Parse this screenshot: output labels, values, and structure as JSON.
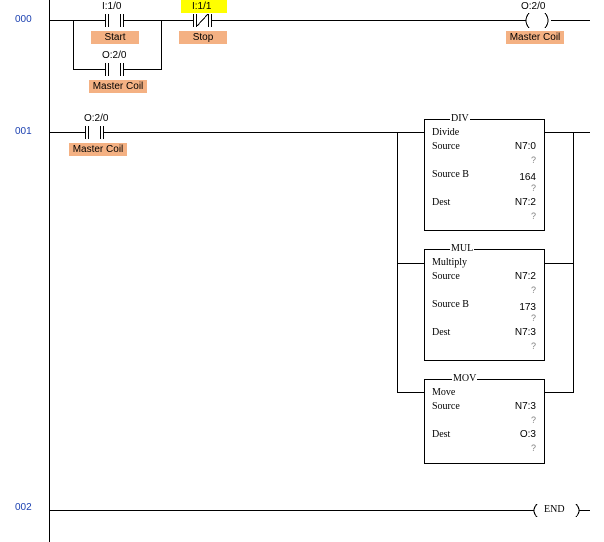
{
  "rungs": {
    "r0": "000",
    "r1": "001",
    "r2": "002"
  },
  "rung0": {
    "start": {
      "address": "I:1/0",
      "tag": "Start"
    },
    "stop": {
      "address": "I:1/1",
      "tag": "Stop"
    },
    "seal": {
      "address": "O:2/0",
      "tag": "Master Coil"
    },
    "coil": {
      "address": "O:2/0",
      "tag": "Master Coil"
    }
  },
  "rung1": {
    "contact": {
      "address": "O:2/0",
      "tag": "Master Coil"
    },
    "div": {
      "type": "DIV",
      "name": "Divide",
      "source_label": "Source",
      "source": "N7:0",
      "source_q": "?",
      "sourceb_label": "Source B",
      "sourceb": "164",
      "sourceb_q": "?",
      "dest_label": "Dest",
      "dest": "N7:2",
      "dest_q": "?"
    },
    "mul": {
      "type": "MUL",
      "name": "Multiply",
      "source_label": "Source",
      "source": "N7:2",
      "source_q": "?",
      "sourceb_label": "Source B",
      "sourceb": "173",
      "sourceb_q": "?",
      "dest_label": "Dest",
      "dest": "N7:3",
      "dest_q": "?"
    },
    "mov": {
      "type": "MOV",
      "name": "Move",
      "source_label": "Source",
      "source": "N7:3",
      "source_q": "?",
      "dest_label": "Dest",
      "dest": "O:3",
      "dest_q": "?"
    }
  },
  "rung2": {
    "end": "END"
  },
  "colors": {
    "rung_number": "#1a3fb0",
    "tag_background": "#f4b183",
    "highlight": "#ffff00"
  }
}
